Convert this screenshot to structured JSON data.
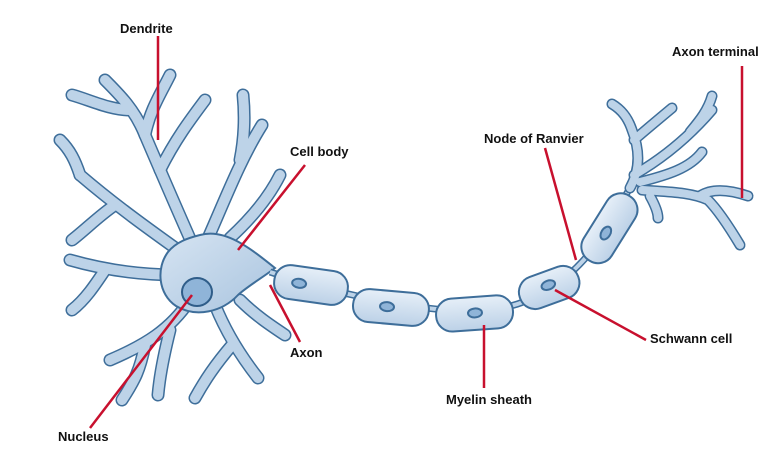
{
  "labels": {
    "dendrite": "Dendrite",
    "cell_body": "Cell body",
    "node_of_ranvier": "Node of Ranvier",
    "axon_terminal": "Axon terminal",
    "axon": "Axon",
    "schwann_cell": "Schwann cell",
    "myelin_sheath": "Myelin sheath",
    "nucleus": "Nucleus"
  },
  "colors": {
    "cell_fill": "#bdd3e8",
    "cell_stroke": "#3e6e9a",
    "nucleus_fill": "#8fb4d8",
    "pointer_line": "#c8102e",
    "text": "#111111"
  }
}
